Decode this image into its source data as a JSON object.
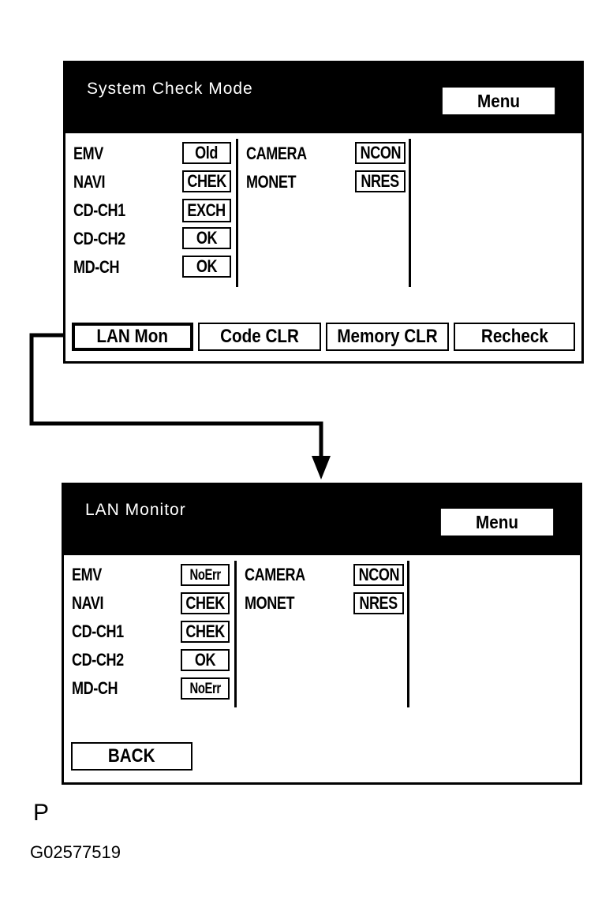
{
  "system_check": {
    "title": "System Check Mode",
    "menu_label": "Menu",
    "left_items": [
      {
        "label": "EMV",
        "value": "Old"
      },
      {
        "label": "NAVI",
        "value": "CHEK"
      },
      {
        "label": "CD-CH1",
        "value": "EXCH"
      },
      {
        "label": "CD-CH2",
        "value": "OK"
      },
      {
        "label": "MD-CH",
        "value": "OK"
      }
    ],
    "right_items": [
      {
        "label": "CAMERA",
        "value": "NCON"
      },
      {
        "label": "MONET",
        "value": "NRES"
      }
    ],
    "buttons": [
      "LAN Mon",
      "Code CLR",
      "Memory CLR",
      "Recheck"
    ]
  },
  "lan_monitor": {
    "title": "LAN Monitor",
    "menu_label": "Menu",
    "left_items": [
      {
        "label": "EMV",
        "value": "NoErr"
      },
      {
        "label": "NAVI",
        "value": "CHEK"
      },
      {
        "label": "CD-CH1",
        "value": "CHEK"
      },
      {
        "label": "CD-CH2",
        "value": "OK"
      },
      {
        "label": "MD-CH",
        "value": "NoErr"
      }
    ],
    "right_items": [
      {
        "label": "CAMERA",
        "value": "NCON"
      },
      {
        "label": "MONET",
        "value": "NRES"
      }
    ],
    "back_label": "BACK"
  },
  "footer": {
    "letter": "P",
    "code": "G02577519"
  }
}
